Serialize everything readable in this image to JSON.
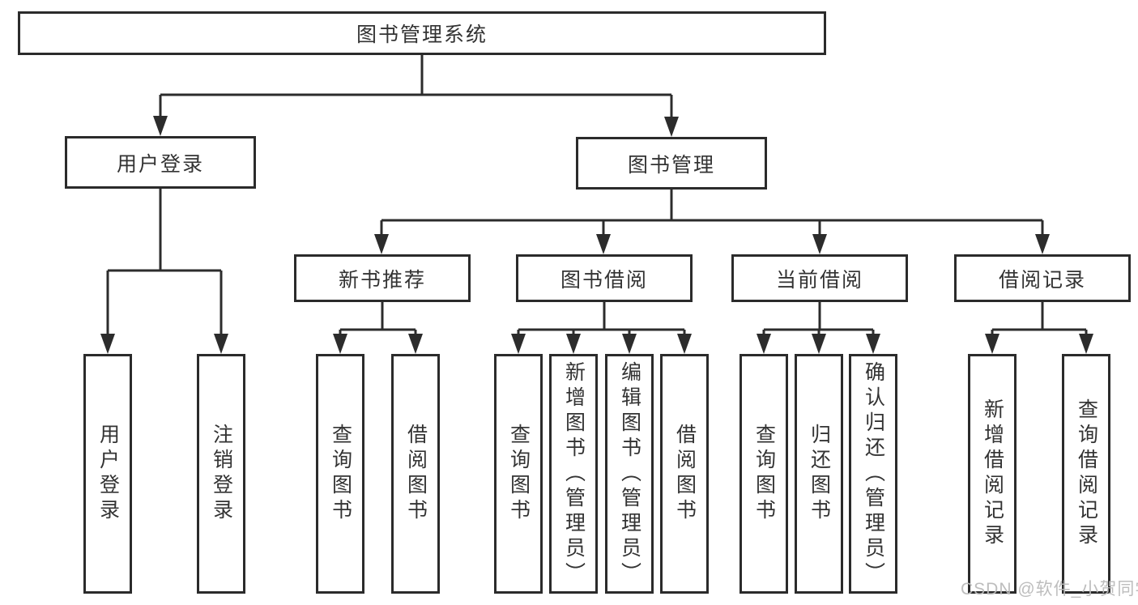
{
  "diagram": {
    "root": {
      "label": "图书管理系统",
      "children": [
        {
          "label": "用户登录",
          "children": [
            {
              "label": "用户登录"
            },
            {
              "label": "注销登录"
            }
          ]
        },
        {
          "label": "图书管理",
          "children": [
            {
              "label": "新书推荐",
              "children": [
                {
                  "label": "查询图书"
                },
                {
                  "label": "借阅图书"
                }
              ]
            },
            {
              "label": "图书借阅",
              "children": [
                {
                  "label": "查询图书"
                },
                {
                  "label": "新增图书（管理员）"
                },
                {
                  "label": "编辑图书（管理员）"
                },
                {
                  "label": "借阅图书"
                }
              ]
            },
            {
              "label": "当前借阅",
              "children": [
                {
                  "label": "查询图书"
                },
                {
                  "label": "归还图书"
                },
                {
                  "label": "确认归还（管理员）"
                }
              ]
            },
            {
              "label": "借阅记录",
              "children": [
                {
                  "label": "新增借阅记录"
                },
                {
                  "label": "查询借阅记录"
                }
              ]
            }
          ]
        }
      ]
    },
    "colors": {
      "line": "#2c2c2c",
      "box_border": "#2b2b2b",
      "box_fill": "#ffffff",
      "text": "#333333",
      "watermark": "#b9b9b9"
    }
  },
  "watermark": {
    "text": "CSDN @软件_小贺同学"
  }
}
